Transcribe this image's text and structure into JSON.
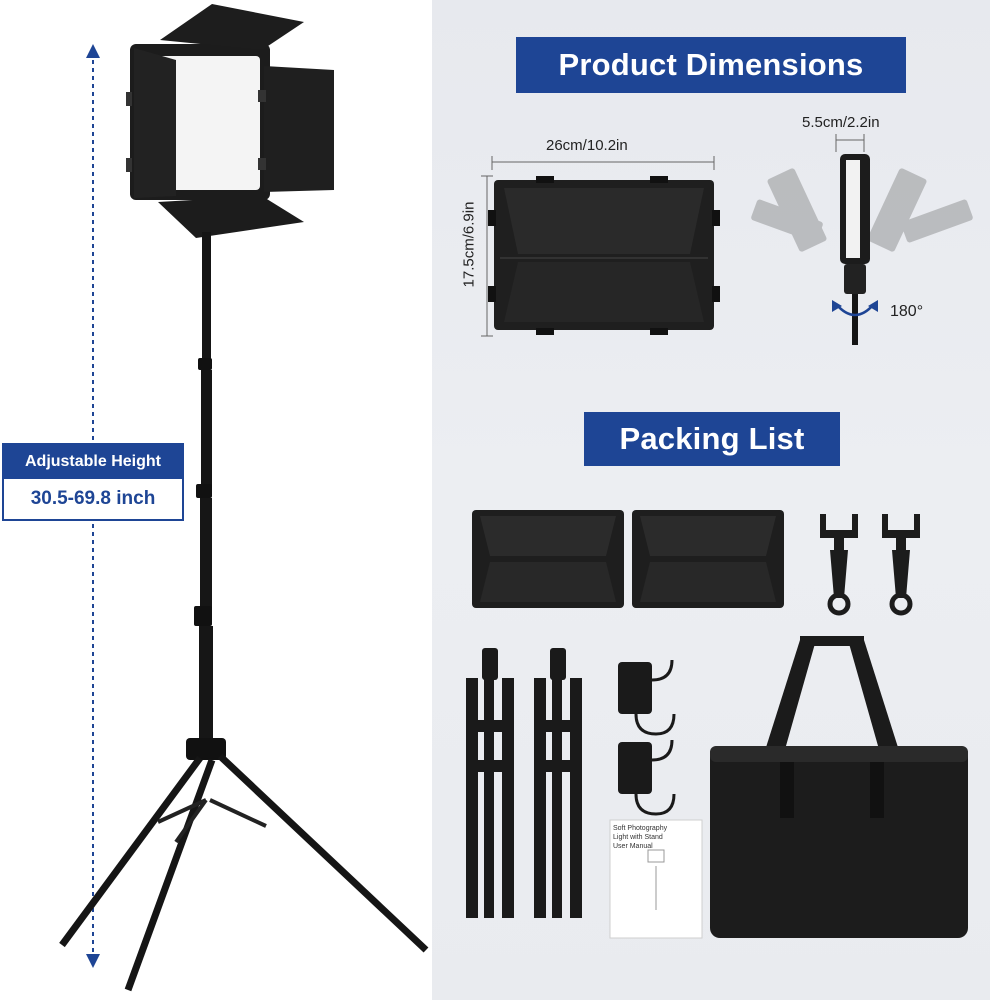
{
  "left": {
    "height_label": "Adjustable Height",
    "height_value": "30.5-69.8 inch"
  },
  "right": {
    "dimensions_title": "Product Dimensions",
    "width_label": "26cm/10.2in",
    "height_label": "17.5cm/6.9in",
    "depth_label": "5.5cm/2.2in",
    "rotation_label": "180°",
    "packing_title": "Packing List",
    "manual_text_line1": "Soft Photography",
    "manual_text_line2": "Light with Stand",
    "manual_text_line3": "User Manual"
  },
  "colors": {
    "brand_blue": "#1e4595",
    "dark": "#1b1b1b"
  }
}
